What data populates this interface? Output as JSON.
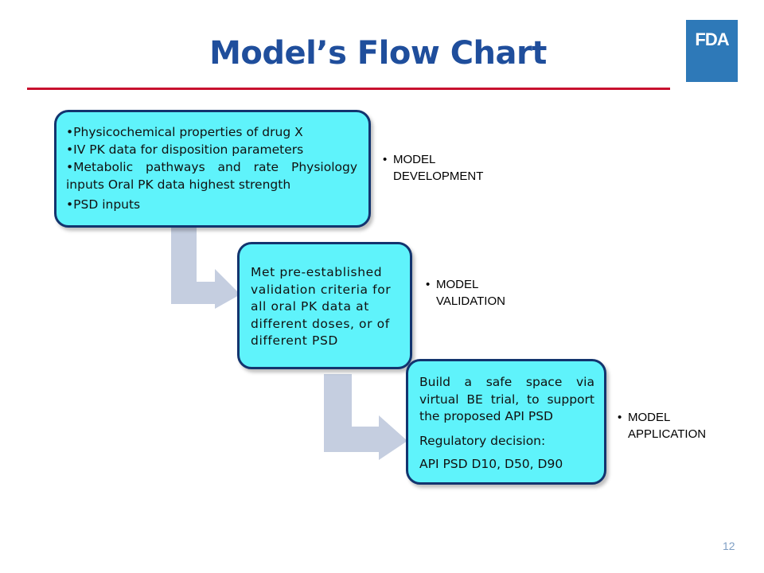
{
  "slide": {
    "title": "Model’s Flow Chart",
    "logo_text": "FDA",
    "page_number": "12",
    "colors": {
      "title": "#1f4e9c",
      "rule": "#c8102e",
      "box_fill": "#5ff3fb",
      "box_border": "#13346e",
      "arrow": "#c5cee0",
      "logo_bg": "#2e79b8"
    }
  },
  "boxes": {
    "development": {
      "items": [
        "•Physicochemical properties of drug X",
        "•IV PK data for disposition parameters",
        "•Metabolic pathways and rate Physiology",
        "inputs Oral PK data highest strength",
        "•PSD inputs"
      ]
    },
    "validation": {
      "text": "Met pre-established validation criteria for all oral PK data at different doses, or of different PSD"
    },
    "application": {
      "text": "Build a safe space via virtual BE trial, to support the proposed API PSD",
      "decision_label": "Regulatory decision:",
      "decision_value": "API PSD D10, D50, D90"
    }
  },
  "labels": {
    "development": [
      "MODEL",
      "DEVELOPMENT"
    ],
    "validation": [
      "MODEL",
      "VALIDATION"
    ],
    "application": [
      "MODEL",
      "APPLICATION"
    ],
    "bullet": "•"
  }
}
